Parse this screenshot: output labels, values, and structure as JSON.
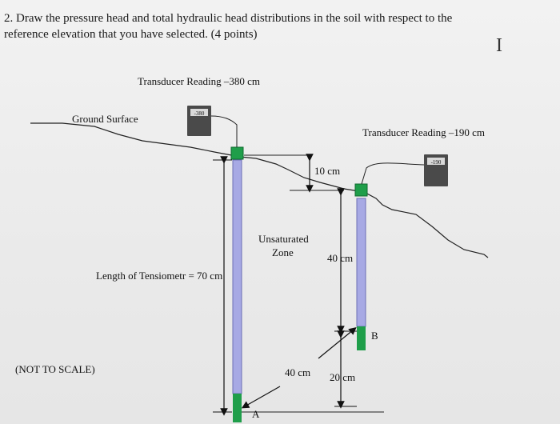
{
  "question": {
    "text_line1": "2. Draw the pressure head and total hydraulic head distributions in the soil with respect to the",
    "text_line2": "reference elevation that you have selected. (4 points)"
  },
  "cursor_glyph": "I",
  "diagram": {
    "transducer_left_label": "Transducer Reading –380 cm",
    "transducer_left_display": "-380",
    "transducer_right_label": "Transducer Reading –190 cm",
    "transducer_right_display": "-190",
    "ground_surface_label": "Ground Surface",
    "dim_10cm": "10 cm",
    "unsaturated_zone_line1": "Unsaturated",
    "unsaturated_zone_line2": "Zone",
    "dim_40cm_right": "40 cm",
    "length_tensiometer_label": "Length of Tensiometr = 70 cm",
    "point_b": "B",
    "point_a": "A",
    "dim_40cm_bottom": "40 cm",
    "dim_20cm": "20 cm",
    "not_to_scale": "(NOT TO SCALE)"
  },
  "colors": {
    "tube_fill": "#a7a9e4",
    "tube_edge": "#6c6fb5",
    "cap_green": "#1f9e4a",
    "transducer_body": "#4a4a4a",
    "transducer_screen": "#d9d9d9",
    "line": "#222222"
  }
}
